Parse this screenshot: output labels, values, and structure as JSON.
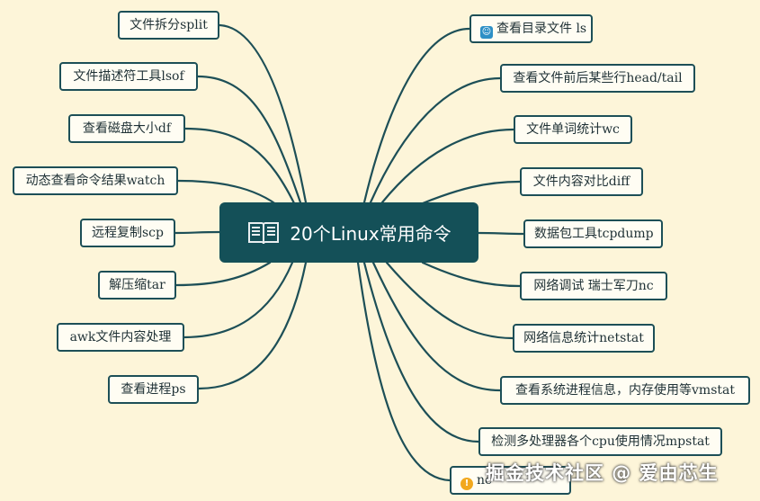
{
  "center": {
    "title": "20个Linux常用命令",
    "icon": "book-icon"
  },
  "left_nodes": [
    {
      "label": "文件拆分split"
    },
    {
      "label": "文件描述符工具lsof"
    },
    {
      "label": "查看磁盘大小df"
    },
    {
      "label": "动态查看命令结果watch"
    },
    {
      "label": "远程复制scp"
    },
    {
      "label": "解压缩tar"
    },
    {
      "label": "awk文件内容处理"
    },
    {
      "label": "查看进程ps"
    }
  ],
  "right_nodes": [
    {
      "label": "查看目录文件 ls",
      "icon": "user-icon"
    },
    {
      "label": "查看文件前后某些行head/tail"
    },
    {
      "label": "文件单词统计wc"
    },
    {
      "label": "文件内容对比diff"
    },
    {
      "label": "数据包工具tcpdump"
    },
    {
      "label": "网络调试 瑞士军刀nc"
    },
    {
      "label": "网络信息统计netstat"
    },
    {
      "label": "查看系统进程信息，内存使用等vmstat"
    },
    {
      "label": "检测多处理器各个cpu使用情况mpstat"
    },
    {
      "label": "nc",
      "icon": "warning-icon"
    }
  ],
  "watermark": "掘金技术社区 @ 爱由芯生",
  "colors": {
    "background": "#fdf5d9",
    "center": "#145058",
    "line": "#1d4f57"
  }
}
